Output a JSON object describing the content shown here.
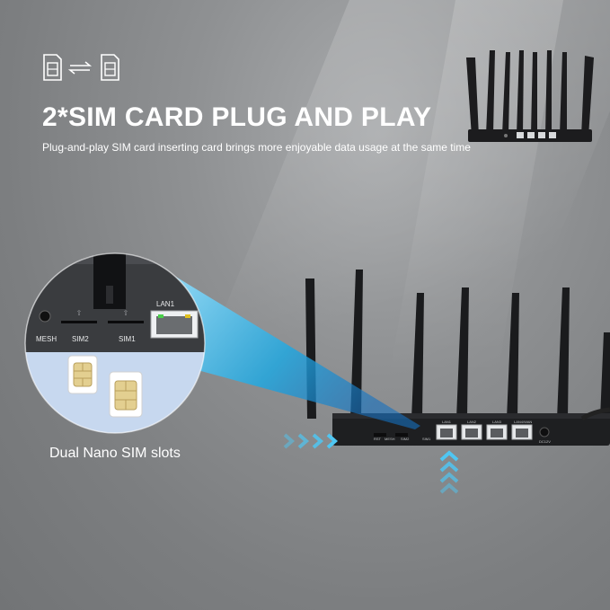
{
  "header": {
    "title": "2*SIM CARD PLUG AND PLAY",
    "subtitle": "Plug-and-play SIM card inserting card brings more enjoyable data usage at the same time"
  },
  "callout": {
    "caption": "Dual Nano SIM slots",
    "labels": {
      "mesh": "MESH",
      "sim2": "SIM2",
      "sim1": "SIM1",
      "lan1": "LAN1"
    }
  },
  "router_panel": {
    "labels": {
      "rst": "RST",
      "mesh": "MESH",
      "sim2": "SIM2",
      "sim1": "SIM1",
      "lan1": "LAN1",
      "lan2": "LAN2",
      "lan3": "LAN3",
      "lan4": "LAN4/WAN",
      "dc": "DC12V"
    }
  },
  "colors": {
    "background": "#86888a",
    "accent": "#2bb3e8",
    "router_body": "#1e1f21",
    "sim_gold": "#e8d7a2"
  },
  "icons": [
    "sim-card-icon",
    "swap-arrows-icon",
    "sim-card-icon",
    "chevron-right-icon",
    "chevron-up-icon"
  ]
}
